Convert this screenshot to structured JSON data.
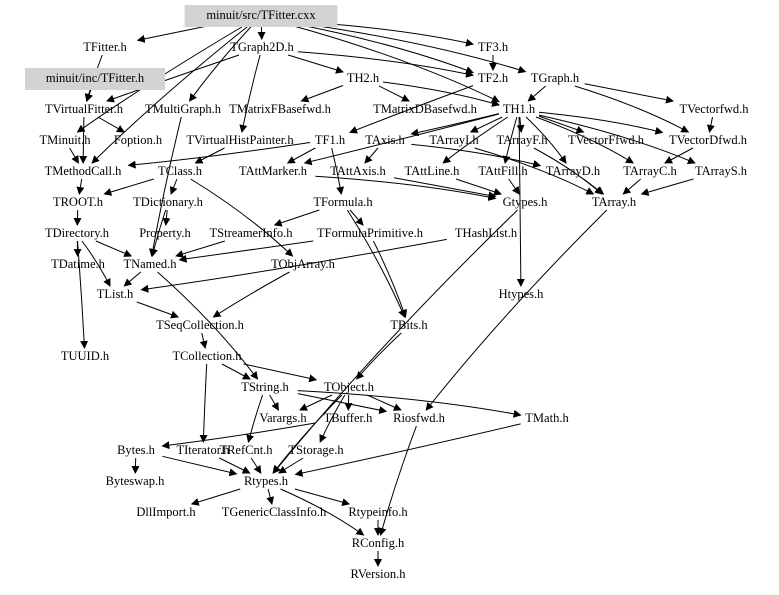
{
  "diagram": {
    "title": "Include dependency graph for minuit/src/TFitter.cxx",
    "colors": {
      "highlight_fill": "#d3d3d3",
      "text": "#000000",
      "edge": "#000000",
      "background": "#ffffff"
    },
    "nodes": [
      {
        "id": "TFitter.cxx",
        "label": "minuit/src/TFitter.cxx",
        "highlighted": true
      },
      {
        "id": "TFitter.h",
        "label": "TFitter.h"
      },
      {
        "id": "TGraph2D.h",
        "label": "TGraph2D.h"
      },
      {
        "id": "TF3.h",
        "label": "TF3.h"
      },
      {
        "id": "inc/TFitter.h",
        "label": "minuit/inc/TFitter.h",
        "highlighted": true
      },
      {
        "id": "TH2.h",
        "label": "TH2.h"
      },
      {
        "id": "TF2.h",
        "label": "TF2.h"
      },
      {
        "id": "TGraph.h",
        "label": "TGraph.h"
      },
      {
        "id": "TVirtualFitter.h",
        "label": "TVirtualFitter.h"
      },
      {
        "id": "TMultiGraph.h",
        "label": "TMultiGraph.h"
      },
      {
        "id": "TMatrixFBasefwd.h",
        "label": "TMatrixFBasefwd.h"
      },
      {
        "id": "TMatrixDBasefwd.h",
        "label": "TMatrixDBasefwd.h"
      },
      {
        "id": "TH1.h",
        "label": "TH1.h"
      },
      {
        "id": "TVectorfwd.h",
        "label": "TVectorfwd.h"
      },
      {
        "id": "TMinuit.h",
        "label": "TMinuit.h"
      },
      {
        "id": "Foption.h",
        "label": "Foption.h"
      },
      {
        "id": "TVirtualHistPainter.h",
        "label": "TVirtualHistPainter.h"
      },
      {
        "id": "TF1.h",
        "label": "TF1.h"
      },
      {
        "id": "TAxis.h",
        "label": "TAxis.h"
      },
      {
        "id": "TArrayI.h",
        "label": "TArrayI.h"
      },
      {
        "id": "TArrayF.h",
        "label": "TArrayF.h"
      },
      {
        "id": "TVectorFfwd.h",
        "label": "TVectorFfwd.h"
      },
      {
        "id": "TVectorDfwd.h",
        "label": "TVectorDfwd.h"
      },
      {
        "id": "TMethodCall.h",
        "label": "TMethodCall.h"
      },
      {
        "id": "TClass.h",
        "label": "TClass.h"
      },
      {
        "id": "TAttMarker.h",
        "label": "TAttMarker.h"
      },
      {
        "id": "TAttAxis.h",
        "label": "TAttAxis.h"
      },
      {
        "id": "TAttLine.h",
        "label": "TAttLine.h"
      },
      {
        "id": "TAttFill.h",
        "label": "TAttFill.h"
      },
      {
        "id": "TArrayD.h",
        "label": "TArrayD.h"
      },
      {
        "id": "TArrayC.h",
        "label": "TArrayC.h"
      },
      {
        "id": "TArrayS.h",
        "label": "TArrayS.h"
      },
      {
        "id": "TROOT.h",
        "label": "TROOT.h"
      },
      {
        "id": "TDictionary.h",
        "label": "TDictionary.h"
      },
      {
        "id": "TFormula.h",
        "label": "TFormula.h"
      },
      {
        "id": "Gtypes.h",
        "label": "Gtypes.h"
      },
      {
        "id": "TArray.h",
        "label": "TArray.h"
      },
      {
        "id": "TDirectory.h",
        "label": "TDirectory.h"
      },
      {
        "id": "Property.h",
        "label": "Property.h"
      },
      {
        "id": "TStreamerInfo.h",
        "label": "TStreamerInfo.h"
      },
      {
        "id": "TFormulaPrimitive.h",
        "label": "TFormulaPrimitive.h"
      },
      {
        "id": "THashList.h",
        "label": "THashList.h"
      },
      {
        "id": "TDatime.h",
        "label": "TDatime.h"
      },
      {
        "id": "TNamed.h",
        "label": "TNamed.h"
      },
      {
        "id": "TObjArray.h",
        "label": "TObjArray.h"
      },
      {
        "id": "TList.h",
        "label": "TList.h"
      },
      {
        "id": "Htypes.h",
        "label": "Htypes.h"
      },
      {
        "id": "TSeqCollection.h",
        "label": "TSeqCollection.h"
      },
      {
        "id": "TBits.h",
        "label": "TBits.h"
      },
      {
        "id": "TUUID.h",
        "label": "TUUID.h"
      },
      {
        "id": "TCollection.h",
        "label": "TCollection.h"
      },
      {
        "id": "TString.h",
        "label": "TString.h"
      },
      {
        "id": "TObject.h",
        "label": "TObject.h"
      },
      {
        "id": "Varargs.h",
        "label": "Varargs.h"
      },
      {
        "id": "TBuffer.h",
        "label": "TBuffer.h"
      },
      {
        "id": "Riosfwd.h",
        "label": "Riosfwd.h"
      },
      {
        "id": "TMath.h",
        "label": "TMath.h"
      },
      {
        "id": "Bytes.h",
        "label": "Bytes.h"
      },
      {
        "id": "TIterator.h",
        "label": "TIterator.h"
      },
      {
        "id": "TRefCnt.h",
        "label": "TRefCnt.h"
      },
      {
        "id": "TStorage.h",
        "label": "TStorage.h"
      },
      {
        "id": "Byteswap.h",
        "label": "Byteswap.h"
      },
      {
        "id": "Rtypes.h",
        "label": "Rtypes.h"
      },
      {
        "id": "DllImport.h",
        "label": "DllImport.h"
      },
      {
        "id": "TGenericClassInfo.h",
        "label": "TGenericClassInfo.h"
      },
      {
        "id": "Rtypeinfo.h",
        "label": "Rtypeinfo.h"
      },
      {
        "id": "RConfig.h",
        "label": "RConfig.h"
      },
      {
        "id": "RVersion.h",
        "label": "RVersion.h"
      }
    ],
    "edges": [
      [
        "TFitter.cxx",
        "TFitter.h"
      ],
      [
        "TFitter.cxx",
        "TGraph2D.h"
      ],
      [
        "TFitter.cxx",
        "TF3.h"
      ],
      [
        "TFitter.cxx",
        "TF2.h"
      ],
      [
        "TFitter.cxx",
        "TGraph.h"
      ],
      [
        "TFitter.cxx",
        "TMultiGraph.h"
      ],
      [
        "TFitter.cxx",
        "TMinuit.h"
      ],
      [
        "TFitter.cxx",
        "TH1.h"
      ],
      [
        "TFitter.cxx",
        "TMethodCall.h"
      ],
      [
        "TFitter.h",
        "TVirtualFitter.h"
      ],
      [
        "inc/TFitter.h",
        "TVirtualFitter.h"
      ],
      [
        "TGraph2D.h",
        "TH2.h"
      ],
      [
        "TGraph2D.h",
        "TF2.h"
      ],
      [
        "TGraph2D.h",
        "TVirtualHistPainter.h"
      ],
      [
        "TGraph2D.h",
        "TVirtualFitter.h"
      ],
      [
        "TF3.h",
        "TF2.h"
      ],
      [
        "TH2.h",
        "TMatrixFBasefwd.h"
      ],
      [
        "TH2.h",
        "TMatrixDBasefwd.h"
      ],
      [
        "TH2.h",
        "TH1.h"
      ],
      [
        "TF2.h",
        "TF1.h"
      ],
      [
        "TGraph.h",
        "TH1.h"
      ],
      [
        "TGraph.h",
        "TVectorfwd.h"
      ],
      [
        "TGraph.h",
        "TVectorDfwd.h"
      ],
      [
        "TVirtualFitter.h",
        "Foption.h"
      ],
      [
        "TVirtualFitter.h",
        "TMethodCall.h"
      ],
      [
        "TMultiGraph.h",
        "TNamed.h"
      ],
      [
        "TH1.h",
        "TAxis.h"
      ],
      [
        "TH1.h",
        "TArrayI.h"
      ],
      [
        "TH1.h",
        "TArrayF.h"
      ],
      [
        "TH1.h",
        "TVectorFfwd.h"
      ],
      [
        "TH1.h",
        "TVectorDfwd.h"
      ],
      [
        "TH1.h",
        "TAttMarker.h"
      ],
      [
        "TH1.h",
        "TAttLine.h"
      ],
      [
        "TH1.h",
        "TAttFill.h"
      ],
      [
        "TH1.h",
        "TArrayD.h"
      ],
      [
        "TH1.h",
        "TArrayC.h"
      ],
      [
        "TH1.h",
        "TArrayS.h"
      ],
      [
        "TH1.h",
        "Htypes.h"
      ],
      [
        "TVectorfwd.h",
        "TVectorDfwd.h"
      ],
      [
        "TMinuit.h",
        "TMethodCall.h"
      ],
      [
        "TVirtualHistPainter.h",
        "TClass.h"
      ],
      [
        "TF1.h",
        "TAttMarker.h"
      ],
      [
        "TF1.h",
        "TFormula.h"
      ],
      [
        "TF1.h",
        "TMethodCall.h"
      ],
      [
        "TAxis.h",
        "TAttAxis.h"
      ],
      [
        "TAxis.h",
        "TArrayD.h"
      ],
      [
        "TArrayI.h",
        "TArray.h"
      ],
      [
        "TArrayF.h",
        "TArray.h"
      ],
      [
        "TArrayD.h",
        "TArray.h"
      ],
      [
        "TArrayC.h",
        "TArray.h"
      ],
      [
        "TArrayS.h",
        "TArray.h"
      ],
      [
        "TVectorDfwd.h",
        "TArrayC.h"
      ],
      [
        "TMethodCall.h",
        "TROOT.h"
      ],
      [
        "TClass.h",
        "TROOT.h"
      ],
      [
        "TClass.h",
        "TDictionary.h"
      ],
      [
        "TClass.h",
        "TObjArray.h"
      ],
      [
        "TAttMarker.h",
        "Gtypes.h"
      ],
      [
        "TAttLine.h",
        "Gtypes.h"
      ],
      [
        "TAttFill.h",
        "Gtypes.h"
      ],
      [
        "TAttAxis.h",
        "Gtypes.h"
      ],
      [
        "TROOT.h",
        "TDirectory.h"
      ],
      [
        "TDictionary.h",
        "Property.h"
      ],
      [
        "TDictionary.h",
        "TNamed.h"
      ],
      [
        "TFormula.h",
        "TFormulaPrimitive.h"
      ],
      [
        "TFormula.h",
        "TBits.h"
      ],
      [
        "TFormula.h",
        "TStreamerInfo.h"
      ],
      [
        "TArray.h",
        "Riosfwd.h"
      ],
      [
        "Gtypes.h",
        "Rtypes.h"
      ],
      [
        "TDirectory.h",
        "TDatime.h"
      ],
      [
        "TDirectory.h",
        "TNamed.h"
      ],
      [
        "TDirectory.h",
        "TList.h"
      ],
      [
        "TDirectory.h",
        "TUUID.h"
      ],
      [
        "TStreamerInfo.h",
        "TNamed.h"
      ],
      [
        "TFormulaPrimitive.h",
        "TNamed.h"
      ],
      [
        "TFormulaPrimitive.h",
        "TBits.h"
      ],
      [
        "THashList.h",
        "TList.h"
      ],
      [
        "TNamed.h",
        "TList.h"
      ],
      [
        "TNamed.h",
        "TString.h"
      ],
      [
        "TObjArray.h",
        "TSeqCollection.h"
      ],
      [
        "TList.h",
        "TSeqCollection.h"
      ],
      [
        "TSeqCollection.h",
        "TCollection.h"
      ],
      [
        "TBits.h",
        "TObject.h"
      ],
      [
        "TCollection.h",
        "TString.h"
      ],
      [
        "TCollection.h",
        "TIterator.h"
      ],
      [
        "TCollection.h",
        "TObject.h"
      ],
      [
        "TString.h",
        "TRefCnt.h"
      ],
      [
        "TString.h",
        "Varargs.h"
      ],
      [
        "TString.h",
        "TMath.h"
      ],
      [
        "TString.h",
        "Riosfwd.h"
      ],
      [
        "TObject.h",
        "TBuffer.h"
      ],
      [
        "TObject.h",
        "Varargs.h"
      ],
      [
        "TObject.h",
        "TStorage.h"
      ],
      [
        "TObject.h",
        "Riosfwd.h"
      ],
      [
        "TObject.h",
        "Rtypes.h"
      ],
      [
        "TMath.h",
        "Rtypes.h"
      ],
      [
        "Bytes.h",
        "Byteswap.h"
      ],
      [
        "Bytes.h",
        "Rtypes.h"
      ],
      [
        "TIterator.h",
        "Rtypes.h"
      ],
      [
        "TRefCnt.h",
        "Rtypes.h"
      ],
      [
        "TStorage.h",
        "Rtypes.h"
      ],
      [
        "TBuffer.h",
        "Bytes.h"
      ],
      [
        "Riosfwd.h",
        "RConfig.h"
      ],
      [
        "Rtypes.h",
        "DllImport.h"
      ],
      [
        "Rtypes.h",
        "TGenericClassInfo.h"
      ],
      [
        "Rtypes.h",
        "Rtypeinfo.h"
      ],
      [
        "Rtypes.h",
        "RConfig.h"
      ],
      [
        "Rtypeinfo.h",
        "RConfig.h"
      ],
      [
        "RConfig.h",
        "RVersion.h"
      ]
    ]
  }
}
